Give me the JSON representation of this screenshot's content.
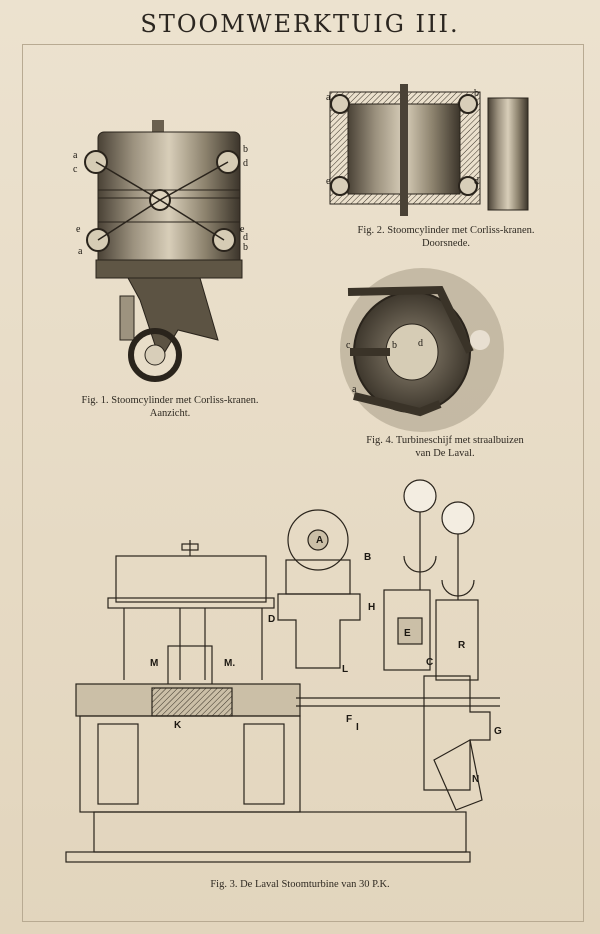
{
  "page_title": "STOOMWERKTUIG III.",
  "figures": {
    "fig1": {
      "caption_line1": "Fig. 1. Stoomcylinder met Corliss-kranen.",
      "caption_line2": "Aanzicht."
    },
    "fig2": {
      "caption_line1": "Fig. 2. Stoomcylinder met Corliss-kranen.",
      "caption_line2": "Doorsnede."
    },
    "fig4": {
      "caption_line1": "Fig. 4. Turbineschijf met straalbuizen",
      "caption_line2": "van De Laval."
    },
    "fig3": {
      "caption": "Fig. 3. De Laval Stoomturbine van 30 P.K."
    }
  },
  "fig3_labels": {
    "A": "A",
    "B": "B",
    "C": "C",
    "D": "D",
    "E": "E",
    "F": "F",
    "G": "G",
    "H": "H",
    "I": "I",
    "K": "K",
    "L": "L",
    "M1": "M",
    "M2": "M.",
    "N": "N",
    "R": "R"
  },
  "fig1_labels": {
    "a1": "a",
    "c1": "c",
    "b1": "b",
    "d1": "d",
    "e1": "e",
    "a2": "a",
    "e2": "e",
    "d2": "d",
    "b2": "b"
  },
  "fig2_labels": {
    "a": "a",
    "b": "b",
    "e": "e",
    "d": "d"
  },
  "fig4_labels": {
    "a": "a",
    "c": "c",
    "b": "b",
    "d": "d"
  },
  "colors": {
    "paper": "#e9dec9",
    "ink": "#2a241c"
  }
}
